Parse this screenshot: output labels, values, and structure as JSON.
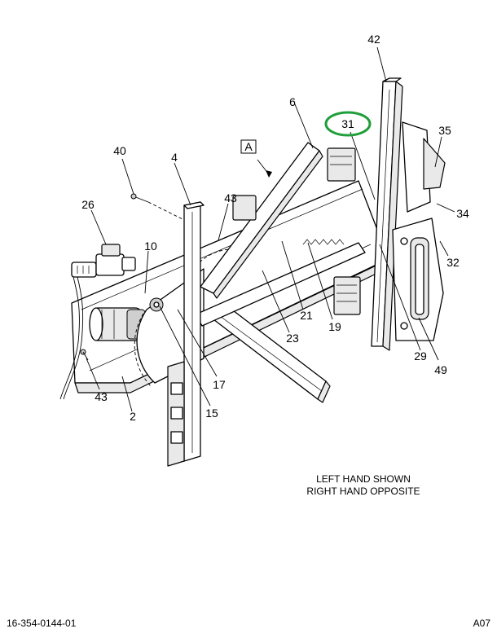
{
  "callouts": [
    {
      "id": "c42",
      "text": "42"
    },
    {
      "id": "c6",
      "text": "6"
    },
    {
      "id": "c31",
      "text": "31"
    },
    {
      "id": "c35",
      "text": "35"
    },
    {
      "id": "c40",
      "text": "40"
    },
    {
      "id": "c4",
      "text": "4"
    },
    {
      "id": "c43a",
      "text": "43"
    },
    {
      "id": "c34",
      "text": "34"
    },
    {
      "id": "c26",
      "text": "26"
    },
    {
      "id": "c10",
      "text": "10"
    },
    {
      "id": "c32",
      "text": "32"
    },
    {
      "id": "c21",
      "text": "21"
    },
    {
      "id": "c19",
      "text": "19"
    },
    {
      "id": "c23",
      "text": "23"
    },
    {
      "id": "c29",
      "text": "29"
    },
    {
      "id": "c49",
      "text": "49"
    },
    {
      "id": "c17",
      "text": "17"
    },
    {
      "id": "c43b",
      "text": "43"
    },
    {
      "id": "c2",
      "text": "2"
    },
    {
      "id": "c15",
      "text": "15"
    }
  ],
  "view_label": "A",
  "note_line1": "LEFT HAND SHOWN",
  "note_line2": "RIGHT HAND OPPOSITE",
  "footer_left": "16-354-0144-01",
  "footer_right": "A07",
  "highlight_color": "#1f9e3a"
}
